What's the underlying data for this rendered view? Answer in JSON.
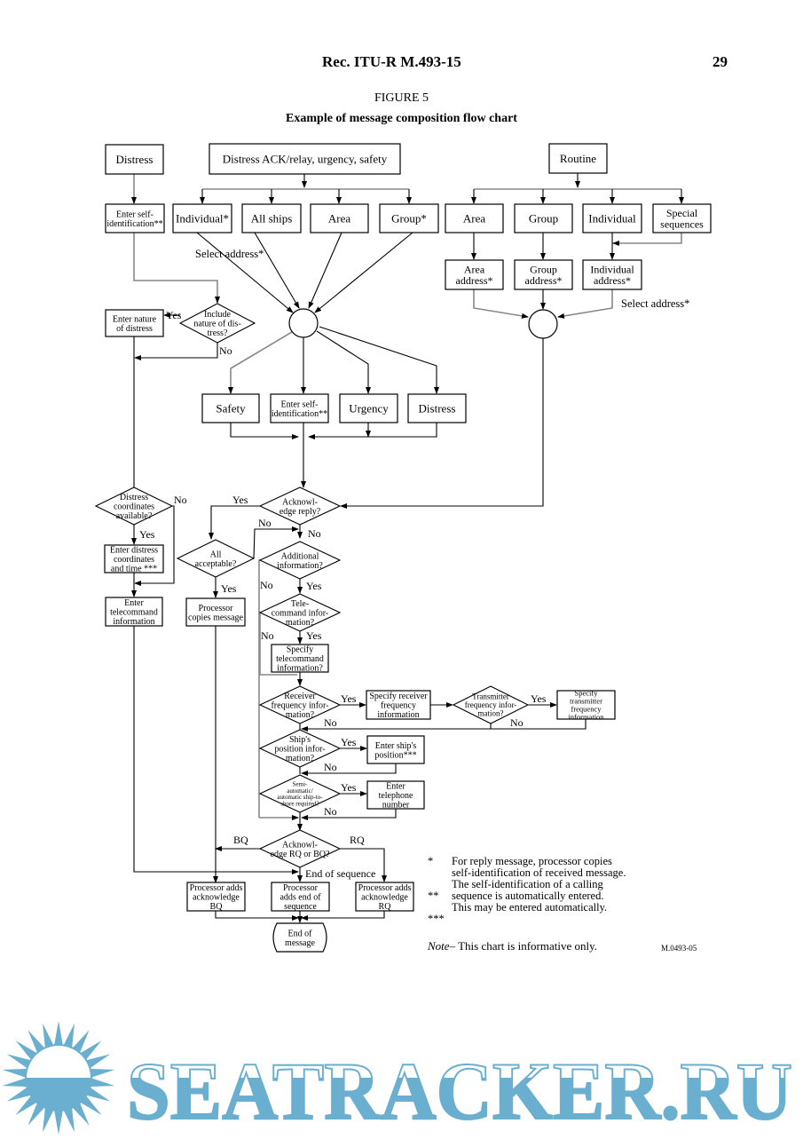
{
  "header": {
    "title": "Rec.  ITU-R  M.493-15",
    "page_number": "29"
  },
  "figure": {
    "number": "FIGURE 5",
    "title": "Example of message composition flow chart",
    "code": "M.0493-05"
  },
  "nodes": {
    "distress": "Distress",
    "distress_ack": "Distress ACK/relay, urgency, safety",
    "routine": "Routine",
    "enter_self_id_1": [
      "Enter self-",
      "identification**"
    ],
    "individual_star": "Individual*",
    "all_ships": "All ships",
    "area_1": "Area",
    "group_star": "Group*",
    "area_2": "Area",
    "group_2": "Group",
    "individual_2": "Individual",
    "special_sequences": [
      "Special",
      "sequences"
    ],
    "area_address": [
      "Area",
      "address*"
    ],
    "group_address": [
      "Group",
      "address*"
    ],
    "individual_address": [
      "Individual",
      "address*"
    ],
    "select_address_left": "Select address*",
    "select_address_right": "Select address*",
    "enter_nature": [
      "Enter nature",
      "of distress"
    ],
    "include_nature": [
      "Include",
      "nature of dis-",
      "tress?"
    ],
    "safety": "Safety",
    "enter_self_id_2": [
      "Enter self-",
      "identification**"
    ],
    "urgency": "Urgency",
    "distress_2": "Distress",
    "distress_coords_q": [
      "Distress",
      "coordinates",
      "available?"
    ],
    "enter_distress_coords": [
      "Enter distress",
      "coordinates",
      "and time ***"
    ],
    "enter_telecommand": [
      "Enter",
      "telecommand",
      "information"
    ],
    "acknowledge_reply_q": [
      "Acknowl-",
      "edge reply?"
    ],
    "all_acceptable_q": [
      "All",
      "acceptable?"
    ],
    "processor_copies": [
      "Processor",
      "copies message"
    ],
    "additional_info_q": [
      "Additional",
      "information?"
    ],
    "telecommand_info_q": [
      "Tele-",
      "command infor-",
      "mation?"
    ],
    "specify_telecommand": [
      "Specify",
      "telecommand",
      "information?"
    ],
    "receiver_freq_q": [
      "Receiver",
      "frequency infor-",
      "mation?"
    ],
    "specify_receiver_freq": [
      "Specify receiver",
      "frequency",
      "information"
    ],
    "transmitter_freq_q": [
      "Transmitter",
      "frequency infor-",
      "mation?"
    ],
    "specify_transmitter_freq": [
      "Specify",
      "transmitter",
      "frequency",
      "information"
    ],
    "ship_position_q": [
      "Ship's",
      "position infor-",
      "mation?"
    ],
    "enter_ship_position": [
      "Enter ship's",
      "position***"
    ],
    "semi_auto_q": [
      "Semi-",
      "automatic/",
      "automatic ship-to-",
      "shore required?"
    ],
    "enter_telephone": [
      "Enter",
      "telephone",
      "number"
    ],
    "acknowledge_rq_bq_q": [
      "Acknowl-",
      "edge RQ or BQ?"
    ],
    "processor_adds_bq": [
      "Processor adds",
      "acknowledge",
      "BQ"
    ],
    "processor_adds_eos": [
      "Processor",
      "adds end of",
      "sequence"
    ],
    "processor_adds_rq": [
      "Processor adds",
      "acknowledge",
      "RQ"
    ],
    "end_of_message": [
      "End of",
      "message"
    ]
  },
  "labels": {
    "yes": "Yes",
    "no": "No",
    "bq": "BQ",
    "rq": "RQ",
    "end_of_sequence": "End of sequence"
  },
  "notes": [
    {
      "mark": "*",
      "text": [
        "For reply message, processor copies",
        "self-identification of received message."
      ]
    },
    {
      "mark": "**",
      "text": [
        "The self-identification of a calling",
        "sequence is automatically entered."
      ]
    },
    {
      "mark": "***",
      "text": [
        "This may be entered automatically."
      ]
    }
  ],
  "note_line": {
    "label": "Note",
    "text": "– This chart is informative only."
  },
  "watermark": {
    "text": "SEATRACKER.RU",
    "color": "#6aaed0"
  }
}
